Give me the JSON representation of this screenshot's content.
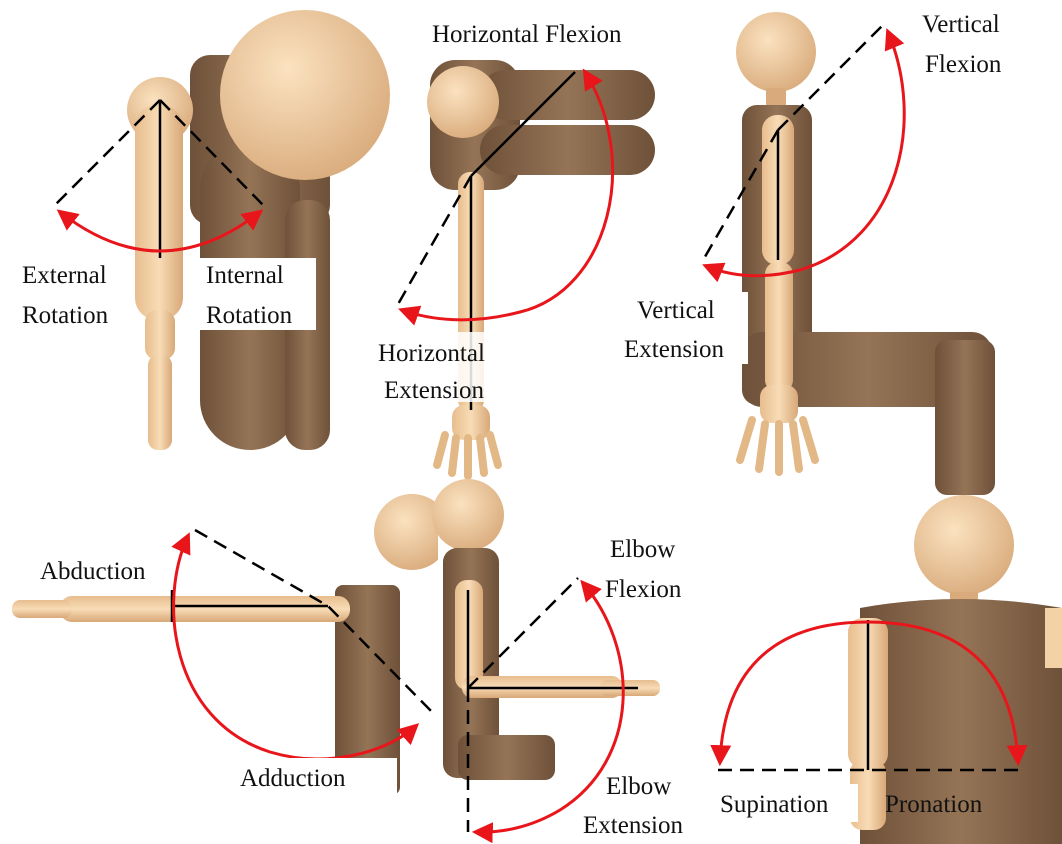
{
  "panels": [
    {
      "id": "shoulder-rotation",
      "labels": {
        "left_1": "External",
        "left_2": "Rotation",
        "right_1": "Internal",
        "right_2": "Rotation"
      }
    },
    {
      "id": "horizontal",
      "labels": {
        "top": "Horizontal Flexion",
        "bottom_1": "Horizontal",
        "bottom_2": "Extension"
      }
    },
    {
      "id": "vertical",
      "labels": {
        "top_1": "Vertical",
        "top_2": "Flexion",
        "bottom_1": "Vertical",
        "bottom_2": "Extension"
      }
    },
    {
      "id": "abduction",
      "labels": {
        "top": "Abduction",
        "bottom": "Adduction"
      }
    },
    {
      "id": "elbow",
      "labels": {
        "top_1": "Elbow",
        "top_2": "Flexion",
        "bottom_1": "Elbow",
        "bottom_2": "Extension"
      }
    },
    {
      "id": "forearm",
      "labels": {
        "left": "Supination",
        "right": "Pronation"
      }
    }
  ],
  "colors": {
    "arc": "#e8161b",
    "skin": "#f2cfa4",
    "skin_shade": "#d9ab7c",
    "body": "#8b6a4e",
    "body_dark": "#6e5139",
    "line": "#000000"
  }
}
